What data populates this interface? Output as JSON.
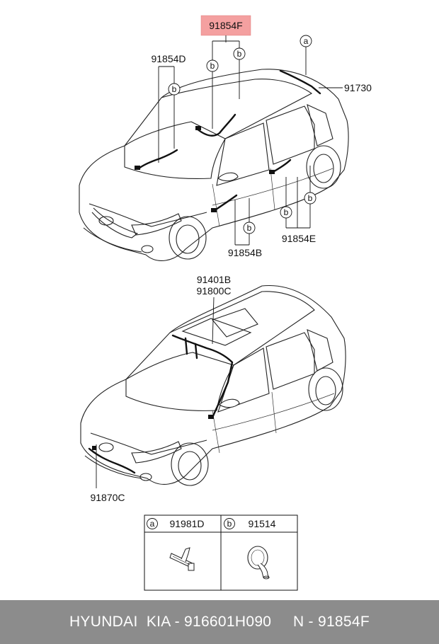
{
  "top_car": {
    "highlight_label": "91854F",
    "label_91854d": "91854D",
    "label_91730": "91730",
    "label_91854b": "91854B",
    "label_91854e": "91854E",
    "callout_a": "a",
    "callout_b": "b"
  },
  "bottom_car": {
    "label_91401b": "91401B",
    "label_91800c": "91800C",
    "label_91870c": "91870C"
  },
  "legend": {
    "a_letter": "a",
    "a_part": "91981D",
    "b_letter": "b",
    "b_part": "91514"
  },
  "footer": {
    "text": "HYUNDAI  KIA - 916601H090     N - 91854F"
  },
  "colors": {
    "highlight": "#f4a0a0",
    "footer_bg": "#8c8c8c"
  }
}
